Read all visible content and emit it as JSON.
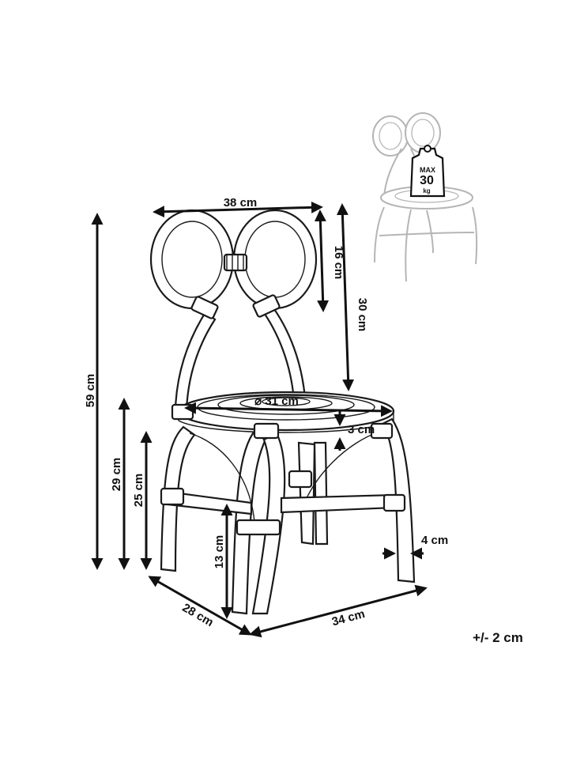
{
  "dimensions": {
    "width_top": "38 cm",
    "backrest_loop": "16 cm",
    "backrest_height": "30 cm",
    "total_height": "59 cm",
    "seat_height": "29 cm",
    "under_seat_height": "25 cm",
    "seat_diameter": "⌀ 31 cm",
    "seat_thickness": "3 cm",
    "leg_thickness": "4 cm",
    "stretcher_height": "13 cm",
    "depth": "28 cm",
    "width_base": "34 cm"
  },
  "max_load": {
    "label": "MAX",
    "value": "30",
    "unit": "kg"
  },
  "tolerance": "+/- 2 cm"
}
